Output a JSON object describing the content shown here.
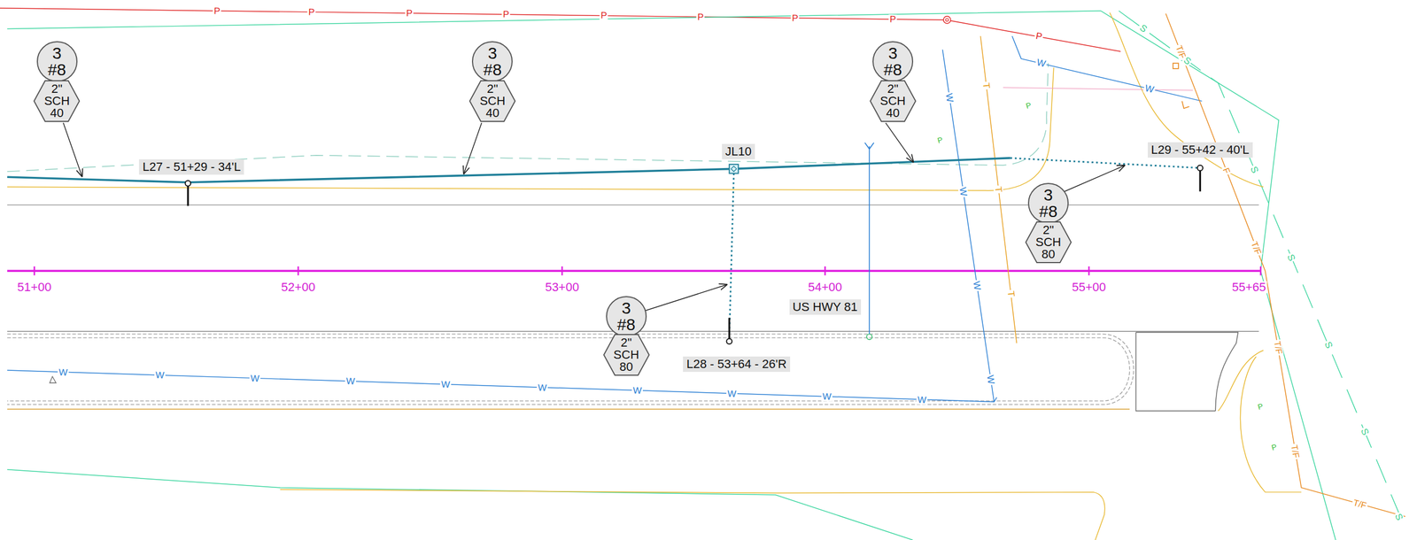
{
  "diagram": {
    "nodes": [
      {
        "text": [
          "3 #8"
        ]
      },
      {
        "text": [
          "2\" SCH 40"
        ]
      },
      {
        "text": [
          "L27 - 51+29 - 34'L"
        ]
      },
      {
        "text": [
          "3 #8"
        ]
      },
      {
        "text": [
          "2\" SCH 40"
        ]
      },
      {
        "text": [
          "JL10"
        ]
      },
      {
        "text": [
          "3 #8"
        ]
      },
      {
        "text": [
          "2\" SCH 40"
        ]
      },
      {
        "text": [
          "L29 - 55+42 - 40'L"
        ]
      },
      {
        "text": [
          "3 #8"
        ]
      },
      {
        "text": [
          "2\" SCH 80"
        ]
      },
      {
        "text": [
          "US HWY 81"
        ]
      },
      {
        "text": [
          "3 #8"
        ]
      },
      {
        "text": [
          "2\" SCH 80"
        ]
      },
      {
        "text": [
          "L28 - 53+64 - 26'R"
        ]
      }
    ],
    "labels": [
      "51+00",
      "52+00",
      "53+00",
      "54+00",
      "55+00",
      "55+65",
      "P",
      "P",
      "P",
      "P",
      "P",
      "P",
      "P",
      "P",
      "P",
      "W",
      "W",
      "W",
      "W",
      "W",
      "W",
      "W",
      "W",
      "W",
      "W",
      "W",
      "W",
      "W",
      "W",
      "W",
      "W",
      "T",
      "T",
      "T",
      "T/F",
      "T/F",
      "T/F",
      "T/F",
      "T/F",
      "F",
      "S",
      "S",
      "S",
      "S",
      "S",
      "S",
      "S",
      "P",
      "P",
      "P",
      "P"
    ]
  }
}
